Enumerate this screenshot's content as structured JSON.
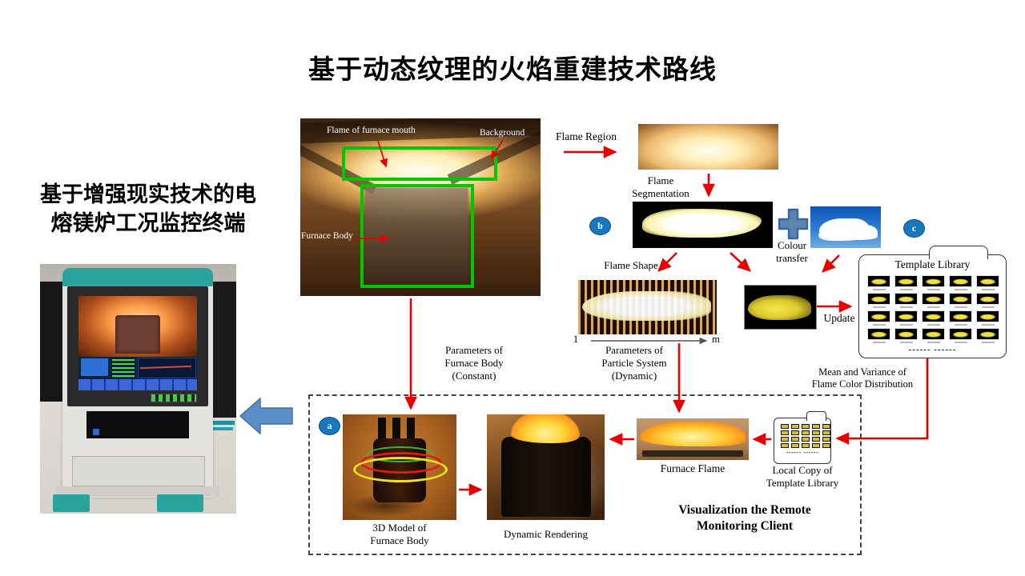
{
  "slide": {
    "title": "基于动态纹理的火焰重建技术路线",
    "left_caption_lines": [
      "基于增强现实技术的电",
      "熔镁炉工况监控终端"
    ]
  },
  "furnace_photo": {
    "flame_mouth_label": "Flame of furnace mouth",
    "background_label": "Background",
    "furnace_body_label": "Furnace Body"
  },
  "badges": {
    "a": "a",
    "b": "b",
    "c": "c"
  },
  "labels": {
    "flame_region": "Flame Region",
    "flame_segmentation_lines": [
      "Flame",
      "Segmentation"
    ],
    "flame_shape": "Flame Shape",
    "colour_transfer_lines": [
      "Colour",
      "transfer"
    ],
    "update": "Update",
    "template_library_title": "Template Library",
    "template_library_dashes": "------  ------",
    "mean_variance_lines": [
      "Mean and Variance of",
      "Flame Color Distribution"
    ],
    "params_particle_lines": [
      "Parameters of",
      "Particle System",
      "(Dynamic)"
    ],
    "params_furnace_lines": [
      "Parameters of",
      "Furnace Body",
      "(Constant)"
    ],
    "axis_start": "1",
    "axis_end": "m",
    "furnace_flame": "Furnace Flame",
    "local_copy_lines": [
      "Local Copy of",
      "Template Library"
    ],
    "local_copy_dashes": "------ ------",
    "model_3d_lines": [
      "3D Model of",
      "Furnace Body"
    ],
    "dynamic_rendering": "Dynamic Rendering",
    "visualization_lines": [
      "Visualization the Remote",
      "Monitoring Client"
    ]
  },
  "colors": {
    "arrow_red": "#e80000",
    "highlight_green": "#00c800",
    "badge_blue": "#1878be",
    "steel_blue": "#5b84b1",
    "terminal_teal": "#29a49c"
  }
}
